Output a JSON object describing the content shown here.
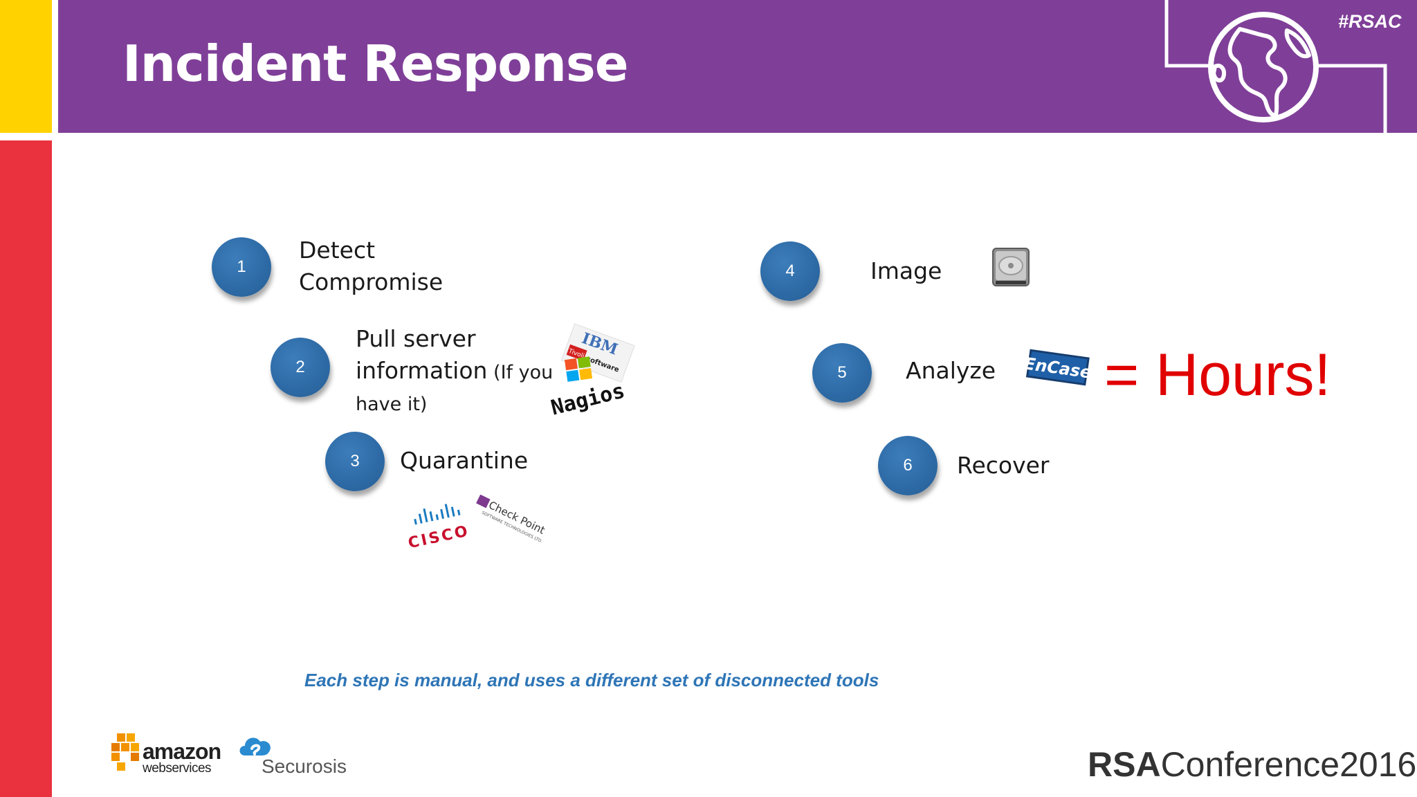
{
  "header": {
    "title": "Incident Response",
    "hashtag": "#RSAC"
  },
  "steps": [
    {
      "number": "1",
      "line1": "Detect",
      "line2": "Compromise"
    },
    {
      "number": "2",
      "line1": "Pull server",
      "line2": "information",
      "line2_small": " (If you",
      "line3": "have it)"
    },
    {
      "number": "3",
      "line1": "Quarantine"
    },
    {
      "number": "4",
      "line1": "Image"
    },
    {
      "number": "5",
      "line1": "Analyze"
    },
    {
      "number": "6",
      "line1": "Recover"
    }
  ],
  "result": "= Hours!",
  "caption": "Each step is manual, and uses a different set of disconnected tools",
  "tool_logos": {
    "ibm": "IBM",
    "tivoli": "Tivoli",
    "tivoli_software": "software",
    "nagios": "Nagios",
    "cisco": "CISCO",
    "checkpoint": "Check Point",
    "checkpoint_tagline": "SOFTWARE TECHNOLOGIES LTD.",
    "encase": "EnCase"
  },
  "footer": {
    "amazon": "amazon",
    "webservices": "webservices",
    "securosis": "Securosis",
    "rsa_bold": "RSA",
    "rsa_rest": "Conference2016"
  },
  "colors": {
    "header_purple": "#7f3f98",
    "accent_yellow": "#ffd200",
    "accent_red": "#e9323e",
    "step_circle_blue": "#2d6aa5",
    "hours_red": "#e00000",
    "caption_blue": "#2e75b6"
  },
  "icons": [
    "globe-icon",
    "hard-drive-icon",
    "windows-flag-icon",
    "aws-cubes-icon",
    "securosis-cloud-icon"
  ]
}
